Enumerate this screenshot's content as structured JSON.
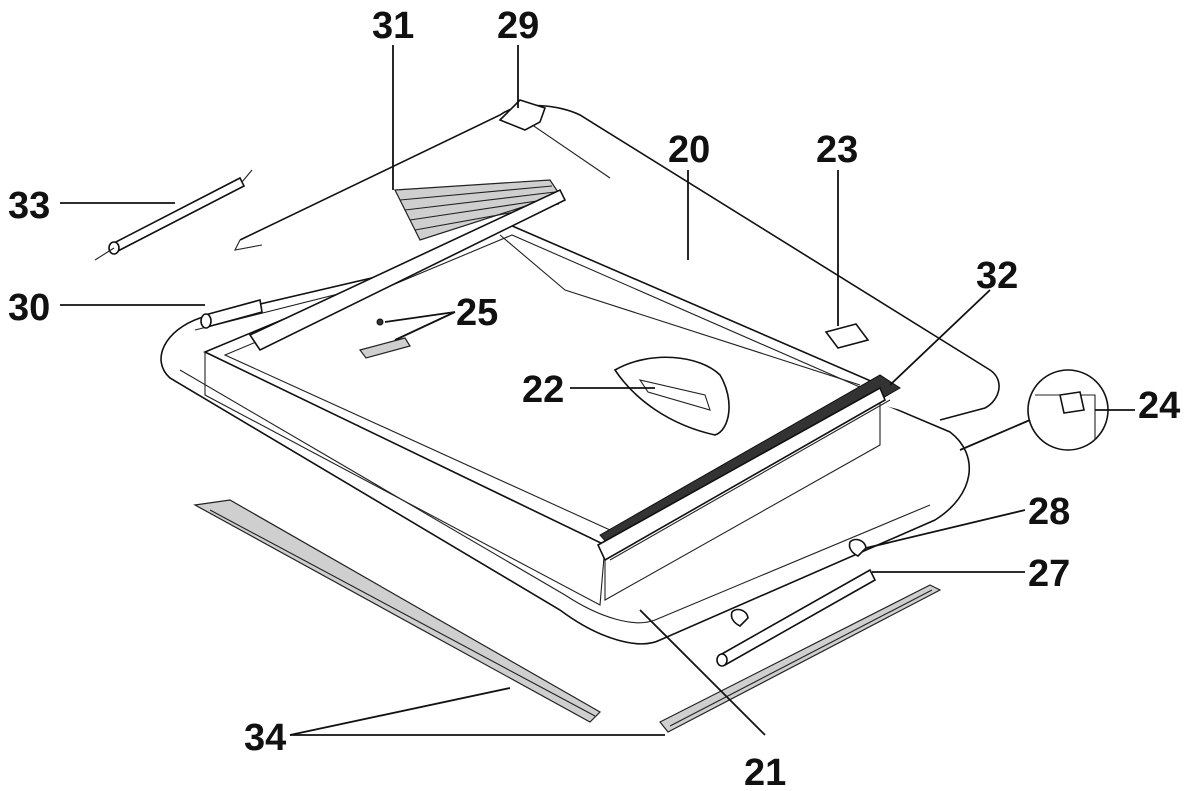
{
  "colors": {
    "ink": "#111111",
    "paper": "#ffffff"
  },
  "labels": {
    "l20": "20",
    "l21": "21",
    "l22": "22",
    "l23": "23",
    "l24": "24",
    "l25": "25",
    "l27": "27",
    "l28": "28",
    "l29": "29",
    "l30": "30",
    "l31": "31",
    "l32": "32",
    "l33": "33",
    "l34": "34"
  }
}
